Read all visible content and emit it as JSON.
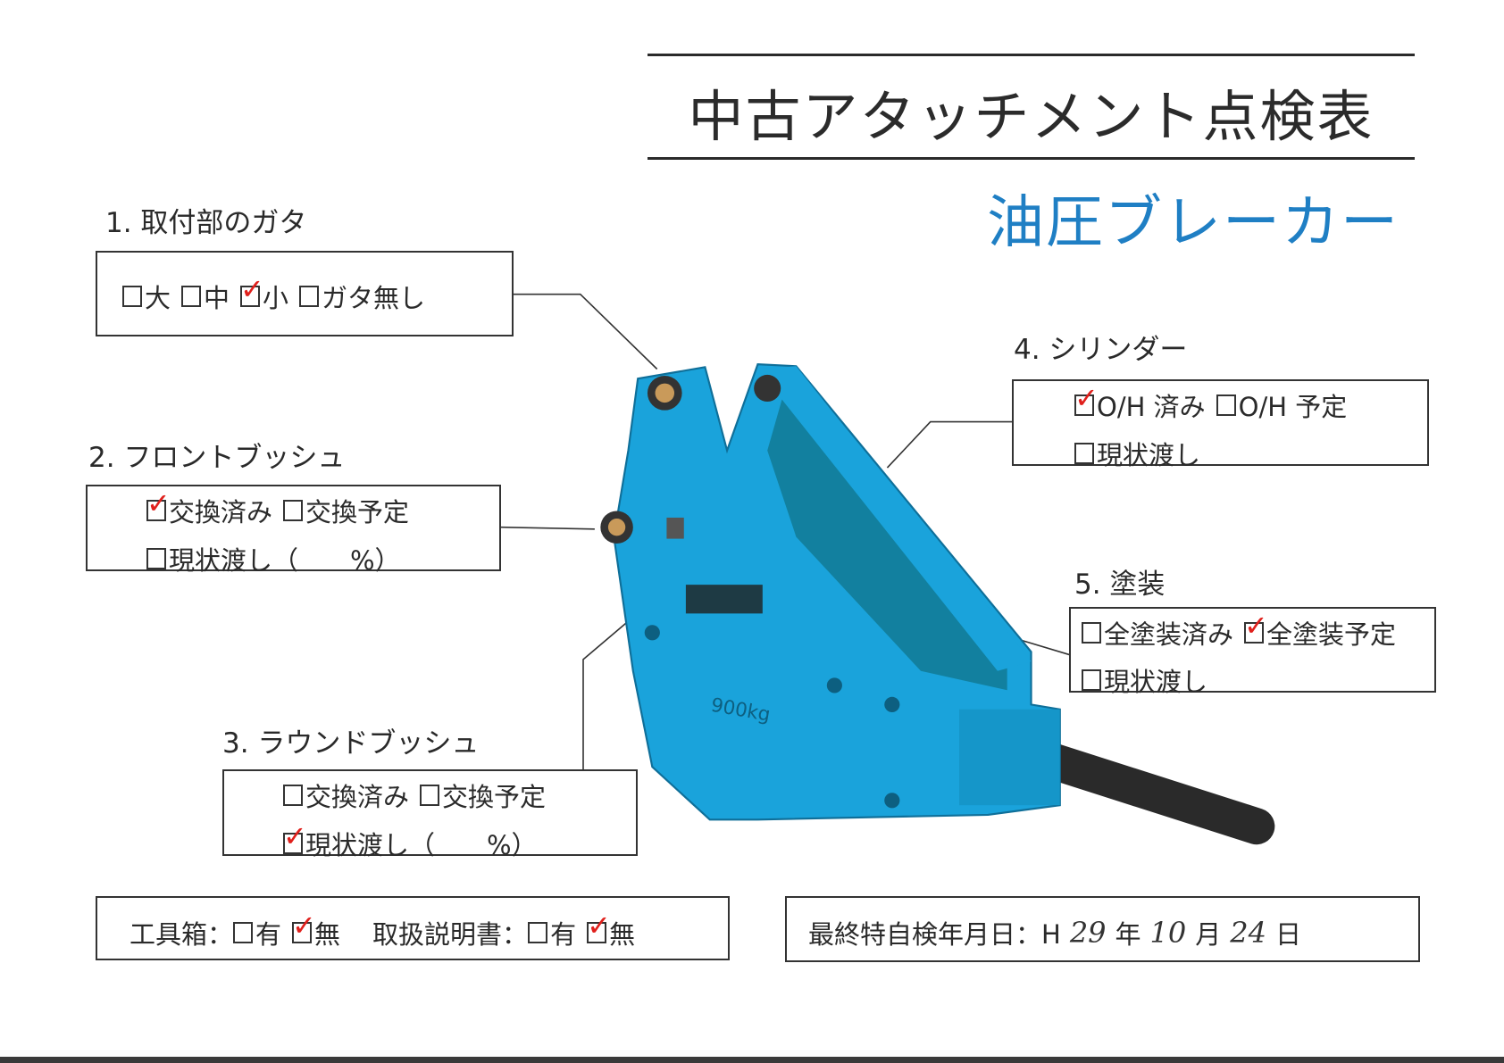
{
  "header": {
    "title": "中古アタッチメント点検表",
    "subtitle": "油圧ブレーカー"
  },
  "colors": {
    "accent": "#1f7fc4",
    "check": "#e0201c",
    "machine": "#1aa3db"
  },
  "sections": [
    {
      "label": "1. 取付部のガタ",
      "rows": [
        [
          {
            "text": "大",
            "checked": false
          },
          {
            "text": "中",
            "checked": false
          },
          {
            "text": "小",
            "checked": true
          },
          {
            "text": "ガタ無し",
            "checked": false
          }
        ]
      ]
    },
    {
      "label": "2. フロントブッシュ",
      "rows": [
        [
          {
            "text": "交換済み",
            "checked": true
          },
          {
            "text": "交換予定",
            "checked": false
          }
        ],
        [
          {
            "text": "現状渡し（　　%）",
            "checked": false
          }
        ]
      ]
    },
    {
      "label": "3. ラウンドブッシュ",
      "rows": [
        [
          {
            "text": "交換済み",
            "checked": false
          },
          {
            "text": "交換予定",
            "checked": false
          }
        ],
        [
          {
            "text": "現状渡し（　　%）",
            "checked": true
          }
        ]
      ]
    },
    {
      "label": "4. シリンダー",
      "rows": [
        [
          {
            "text": "O/H 済み",
            "checked": true
          },
          {
            "text": "O/H 予定",
            "checked": false
          }
        ],
        [
          {
            "text": "現状渡し",
            "checked": false
          }
        ]
      ]
    },
    {
      "label": "5. 塗装",
      "rows": [
        [
          {
            "text": "全塗装済み",
            "checked": false
          },
          {
            "text": "全塗装予定",
            "checked": true
          }
        ],
        [
          {
            "text": "現状渡し",
            "checked": false
          }
        ]
      ]
    }
  ],
  "accessories": {
    "toolbox_label": "工具箱：",
    "toolbox": [
      {
        "text": "有",
        "checked": false
      },
      {
        "text": "無",
        "checked": true
      }
    ],
    "manual_label": "取扱説明書：",
    "manual": [
      {
        "text": "有",
        "checked": false
      },
      {
        "text": "無",
        "checked": true
      }
    ]
  },
  "inspection": {
    "label": "最終特自検年月日：H",
    "year": "29",
    "year_unit": "年",
    "month": "10",
    "month_unit": "月",
    "day": "24",
    "day_unit": "日"
  },
  "machine": {
    "weight_marking": "900kg"
  }
}
